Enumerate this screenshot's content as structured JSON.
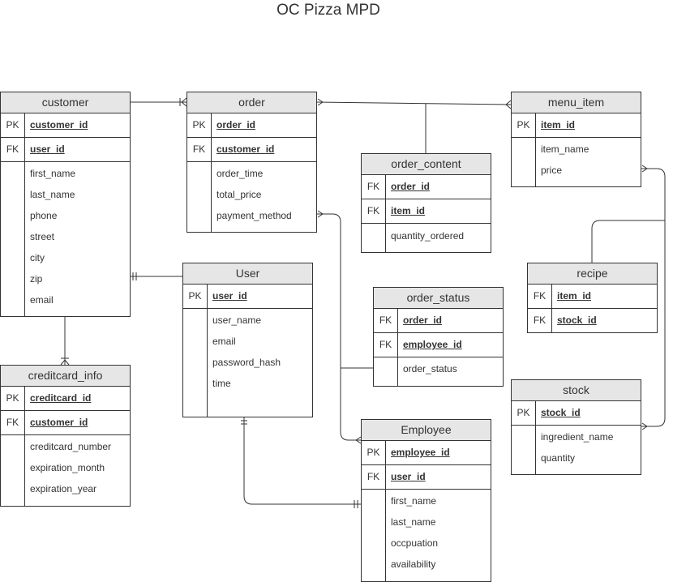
{
  "diagram": {
    "title": "OC Pizza MPD"
  },
  "tables": {
    "customer": {
      "title": "customer",
      "keys": [
        {
          "label": "PK",
          "field": "customer_id"
        },
        {
          "label": "FK",
          "field": "user_id"
        }
      ],
      "attributes": [
        "first_name",
        "last_name",
        "phone",
        "street",
        "city",
        "zip",
        "email"
      ]
    },
    "order": {
      "title": "order",
      "keys": [
        {
          "label": "PK",
          "field": "order_id"
        },
        {
          "label": "FK",
          "field": "customer_id"
        }
      ],
      "attributes": [
        "order_time",
        "total_price",
        "payment_method"
      ]
    },
    "order_content": {
      "title": "order_content",
      "keys": [
        {
          "label": "FK",
          "field": "order_id"
        },
        {
          "label": "FK",
          "field": "item_id"
        }
      ],
      "attributes": [
        "quantity_ordered"
      ]
    },
    "menu_item": {
      "title": "menu_item",
      "keys": [
        {
          "label": "PK",
          "field": "item_id"
        }
      ],
      "attributes": [
        "item_name",
        "price"
      ]
    },
    "user": {
      "title": "User",
      "keys": [
        {
          "label": "PK",
          "field": "user_id"
        }
      ],
      "attributes": [
        "user_name",
        "email",
        "password_hash",
        "time"
      ]
    },
    "order_status": {
      "title": "order_status",
      "keys": [
        {
          "label": "FK",
          "field": "order_id"
        },
        {
          "label": "FK",
          "field": "employee_id"
        }
      ],
      "attributes": [
        "order_status"
      ]
    },
    "recipe": {
      "title": "recipe",
      "keys": [
        {
          "label": "FK",
          "field": "item_id"
        },
        {
          "label": "FK",
          "field": "stock_id"
        }
      ],
      "attributes": []
    },
    "stock": {
      "title": "stock",
      "keys": [
        {
          "label": "PK",
          "field": "stock_id"
        }
      ],
      "attributes": [
        "ingredient_name",
        "quantity"
      ]
    },
    "creditcard_info": {
      "title": "creditcard_info",
      "keys": [
        {
          "label": "PK",
          "field": "creditcard_id"
        },
        {
          "label": "FK",
          "field": "customer_id"
        }
      ],
      "attributes": [
        "creditcard_number",
        "expiration_month",
        "expiration_year"
      ]
    },
    "employee": {
      "title": "Employee",
      "keys": [
        {
          "label": "PK",
          "field": "employee_id"
        },
        {
          "label": "FK",
          "field": "user_id"
        }
      ],
      "attributes": [
        "first_name",
        "last_name",
        "occpuation",
        "availability"
      ]
    }
  },
  "relationships": [
    {
      "from": "customer",
      "to": "order",
      "from_end": "none",
      "to_end": "one-or-many"
    },
    {
      "from": "order",
      "to": "menu_item",
      "from_end": "many",
      "to_end": "many"
    },
    {
      "from": "order_content",
      "to": "order-menu_item link",
      "from_end": "none",
      "to_end": "none"
    },
    {
      "from": "customer",
      "to": "user",
      "from_end": "one-and-only-one",
      "to_end": "none"
    },
    {
      "from": "customer",
      "to": "creditcard_info",
      "from_end": "none",
      "to_end": "one-or-many"
    },
    {
      "from": "order",
      "to": "employee",
      "from_end": "many",
      "to_end": "many"
    },
    {
      "from": "order_status",
      "to": "order-employee link",
      "from_end": "none",
      "to_end": "none"
    },
    {
      "from": "user",
      "to": "employee",
      "from_end": "one-and-only-one",
      "to_end": "one-and-only-one"
    },
    {
      "from": "menu_item",
      "to": "stock",
      "from_end": "many",
      "to_end": "many"
    },
    {
      "from": "recipe",
      "to": "menu_item-stock link",
      "from_end": "none",
      "to_end": "none"
    }
  ]
}
